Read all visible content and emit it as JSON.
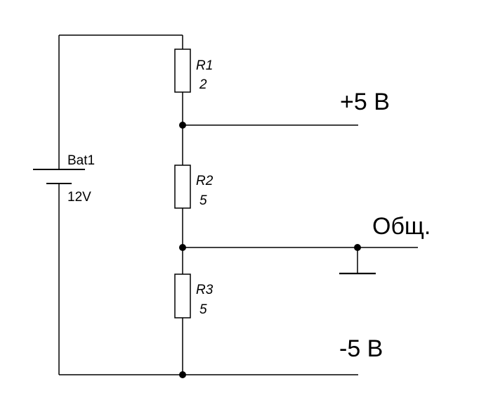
{
  "battery": {
    "name": "Bat1",
    "value": "12V"
  },
  "resistors": [
    {
      "name": "R1",
      "value": "2"
    },
    {
      "name": "R2",
      "value": "5"
    },
    {
      "name": "R3",
      "value": "5"
    }
  ],
  "outputs": {
    "plus": "+5 В",
    "common": "Общ.",
    "minus": "-5 В"
  }
}
